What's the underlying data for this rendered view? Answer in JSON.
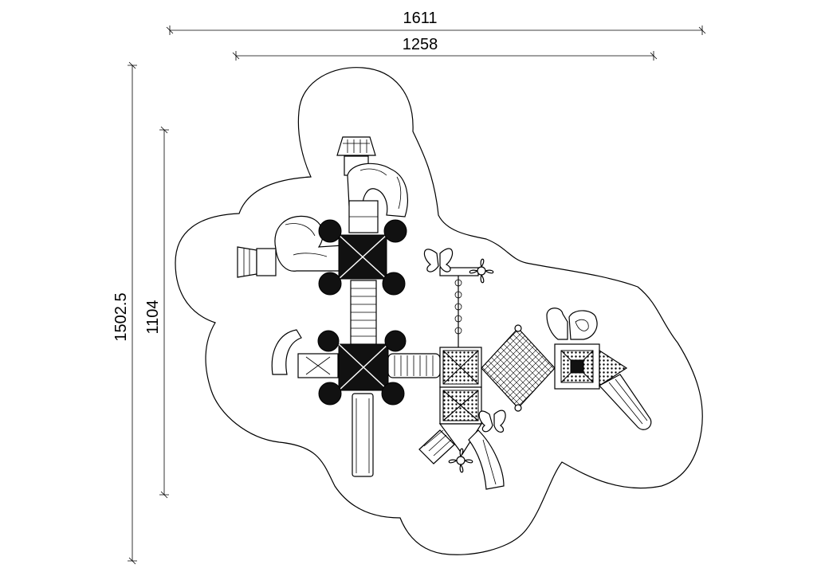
{
  "dimensions": {
    "overall_width": "1611",
    "structure_width": "1258",
    "overall_depth": "1502.5",
    "structure_depth": "1104"
  },
  "colors": {
    "line": "#000000",
    "background": "#ffffff",
    "fill_dark": "#111111"
  }
}
